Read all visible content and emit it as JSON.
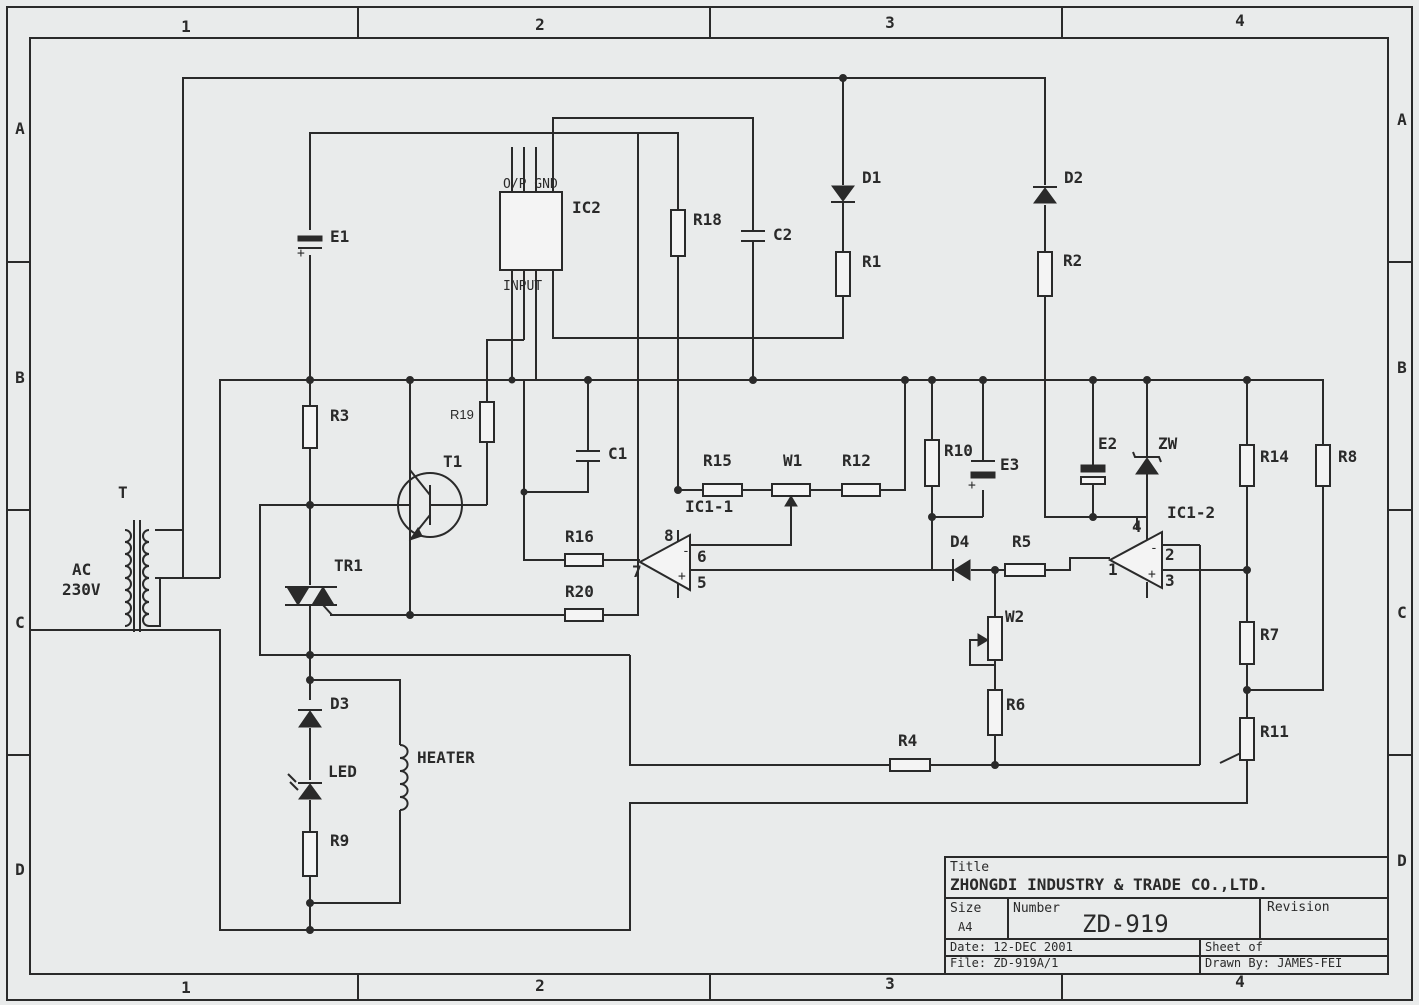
{
  "frame": {
    "columns": [
      "1",
      "2",
      "3",
      "4"
    ],
    "rows": [
      "A",
      "B",
      "C",
      "D"
    ]
  },
  "components": {
    "transformer": "T",
    "ac_line1": "AC",
    "ac_line2": "230V",
    "E1": "E1",
    "E2": "E2",
    "E3": "E3",
    "IC2": "IC2",
    "IC2_top_pins": "O/P GND",
    "IC2_bottom_pins": "INPUT",
    "R18": "R18",
    "C2": "C2",
    "C1": "C1",
    "D1": "D1",
    "D2": "D2",
    "D3": "D3",
    "D4": "D4",
    "R1": "R1",
    "R2": "R2",
    "R3": "R3",
    "R19": "R19",
    "T1": "T1",
    "TR1": "TR1",
    "R15": "R15",
    "W1": "W1",
    "R12": "R12",
    "R10": "R10",
    "ZW": "ZW",
    "R14": "R14",
    "R8": "R8",
    "IC1_1": "IC1-1",
    "IC1_2": "IC1-2",
    "R16": "R16",
    "R20": "R20",
    "R5": "R5",
    "W2": "W2",
    "R6": "R6",
    "R4": "R4",
    "R7": "R7",
    "R11": "R11",
    "LED": "LED",
    "R9": "R9",
    "heater": "HEATER"
  },
  "pins": {
    "ic1_1": {
      "p8": "8",
      "p6": "6",
      "p7": "7",
      "p5": "5"
    },
    "ic1_2": {
      "p4": "4",
      "p2": "2",
      "p1": "1",
      "p3": "3"
    }
  },
  "title_block": {
    "title_label": "Title",
    "company": "ZHONGDI INDUSTRY & TRADE CO.,LTD.",
    "size_label": "Size",
    "size_value": "A4",
    "number_label": "Number",
    "number_value": "ZD-919",
    "revision_label": "Revision",
    "date": "Date: 12-DEC 2001",
    "file": "File: ZD-919A/1",
    "sheet": "Sheet of",
    "drawn_by": "Drawn By: JAMES-FEI"
  }
}
